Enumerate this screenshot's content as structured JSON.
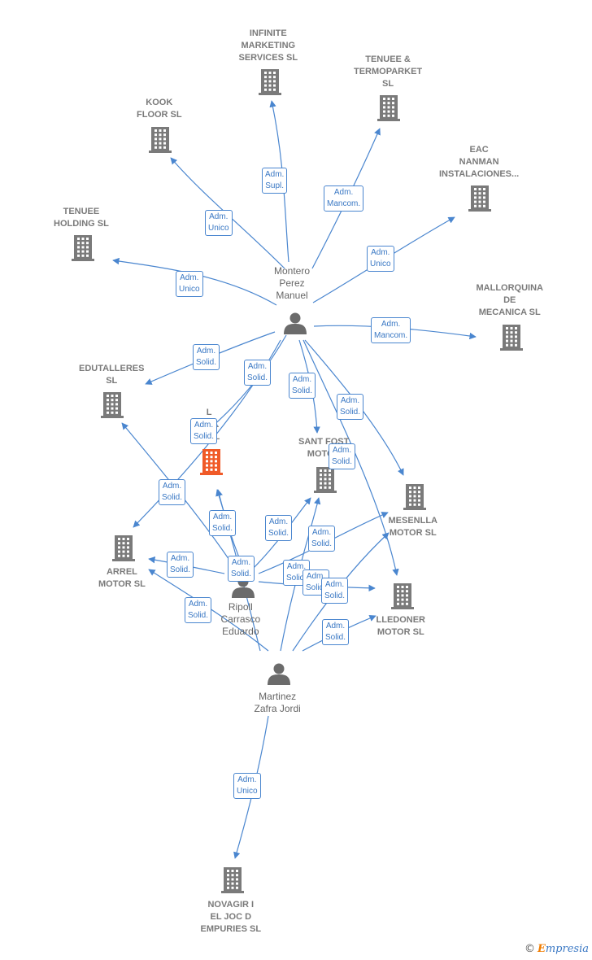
{
  "colors": {
    "edge": "#4a86cf",
    "building": "#7a7a7a",
    "building_highlight": "#f05a28",
    "person": "#6b6b6b"
  },
  "companies": [
    {
      "id": "infinite",
      "lines": [
        "INFINITE",
        "MARKETING",
        "SERVICES SL"
      ]
    },
    {
      "id": "termoparket",
      "lines": [
        "TENUEE &",
        "TERMOPARKET",
        "SL"
      ]
    },
    {
      "id": "kook",
      "lines": [
        "KOOK",
        "FLOOR  SL"
      ]
    },
    {
      "id": "eac",
      "lines": [
        "EAC",
        "NANMAN",
        "INSTALACIONES..."
      ]
    },
    {
      "id": "tenuee-holding",
      "lines": [
        "TENUEE",
        "HOLDING  SL"
      ]
    },
    {
      "id": "mallorquina",
      "lines": [
        "MALLORQUINA",
        "DE",
        "MECANICA  SL"
      ]
    },
    {
      "id": "edutalleres",
      "lines": [
        "EDUTALLERES",
        "SL"
      ]
    },
    {
      "id": "highlight",
      "lines": [
        "L",
        "A        LL",
        "M          SL"
      ],
      "highlight": true
    },
    {
      "id": "sant-fost",
      "lines": [
        "SANT FOST",
        "MOTOR"
      ]
    },
    {
      "id": "mesenlla",
      "lines": [
        "MESENLLA",
        "MOTOR  SL"
      ]
    },
    {
      "id": "arrel",
      "lines": [
        "ARREL",
        "MOTOR  SL"
      ]
    },
    {
      "id": "lledoner",
      "lines": [
        "LLEDONER",
        "MOTOR  SL"
      ]
    },
    {
      "id": "novagir",
      "lines": [
        "NOVAGIR I",
        "EL JOC D",
        "EMPURIES  SL"
      ]
    }
  ],
  "people": [
    {
      "id": "montero",
      "lines": [
        "Montero",
        "Perez",
        "Manuel"
      ]
    },
    {
      "id": "ripoll",
      "lines": [
        "Ripoll",
        "Carrasco",
        "Eduardo"
      ]
    },
    {
      "id": "martinez",
      "lines": [
        "Martinez",
        "Zafra Jordi"
      ]
    }
  ],
  "edges": [
    {
      "from": "montero",
      "to": "infinite",
      "lines": [
        "Adm.",
        "Supl."
      ]
    },
    {
      "from": "montero",
      "to": "termoparket",
      "lines": [
        "Adm.",
        "Mancom."
      ]
    },
    {
      "from": "montero",
      "to": "kook",
      "lines": [
        "Adm.",
        "Unico"
      ]
    },
    {
      "from": "montero",
      "to": "eac",
      "lines": [
        "Adm.",
        "Unico"
      ]
    },
    {
      "from": "montero",
      "to": "tenuee-holding",
      "lines": [
        "Adm.",
        "Unico"
      ]
    },
    {
      "from": "montero",
      "to": "mallorquina",
      "lines": [
        "Adm.",
        "Mancom."
      ]
    },
    {
      "from": "montero",
      "to": "edutalleres",
      "lines": [
        "Adm.",
        "Solid."
      ]
    },
    {
      "from": "montero",
      "to": "highlight",
      "lines": [
        "Adm.",
        "Solid."
      ]
    },
    {
      "from": "montero",
      "to": "sant-fost",
      "lines": [
        "Adm.",
        "Solid."
      ]
    },
    {
      "from": "montero",
      "to": "mesenlla",
      "lines": [
        "Adm.",
        "Solid."
      ]
    },
    {
      "from": "montero",
      "to": "arrel",
      "lines": [
        "Adm.",
        "Solid."
      ]
    },
    {
      "from": "montero",
      "to": "lledoner",
      "lines": [
        "Adm.",
        "Solid."
      ]
    },
    {
      "from": "ripoll",
      "to": "edutalleres",
      "lines": [
        "Adm.",
        "Solid."
      ]
    },
    {
      "from": "ripoll",
      "to": "highlight",
      "lines": [
        "Adm.",
        "Solid."
      ]
    },
    {
      "from": "ripoll",
      "to": "sant-fost",
      "lines": [
        "Adm.",
        "Solid."
      ]
    },
    {
      "from": "ripoll",
      "to": "mesenlla",
      "lines": [
        "Adm.",
        "Solid."
      ]
    },
    {
      "from": "ripoll",
      "to": "arrel",
      "lines": [
        "Adm.",
        "Solid."
      ]
    },
    {
      "from": "ripoll",
      "to": "lledoner",
      "lines": [
        "Adm.",
        "Solid."
      ]
    },
    {
      "from": "martinez",
      "to": "highlight",
      "lines": [
        "Adm.",
        "Solid."
      ]
    },
    {
      "from": "martinez",
      "to": "sant-fost",
      "lines": [
        "Adm.",
        "Solid."
      ]
    },
    {
      "from": "martinez",
      "to": "mesenlla",
      "lines": [
        "Adm.",
        "Solid."
      ]
    },
    {
      "from": "martinez",
      "to": "arrel",
      "lines": [
        "Adm.",
        "Solid."
      ]
    },
    {
      "from": "martinez",
      "to": "lledoner",
      "lines": [
        "Adm.",
        "Solid."
      ]
    },
    {
      "from": "martinez",
      "to": "novagir",
      "lines": [
        "Adm.",
        "Unico"
      ]
    }
  ],
  "watermark": {
    "copyright": "©",
    "brand_initial": "E",
    "brand_rest": "mpresia"
  }
}
